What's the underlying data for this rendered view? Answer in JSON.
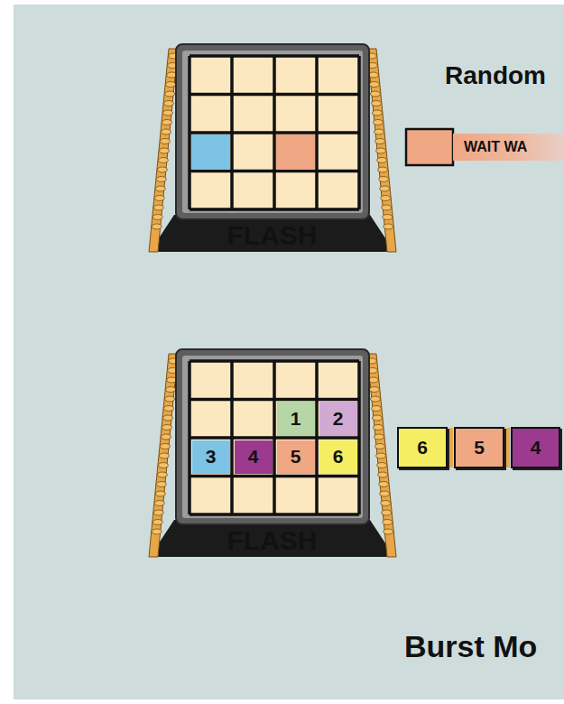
{
  "diagram": {
    "nodes": [
      {
        "text": [
          "FLASH"
        ]
      },
      {
        "text": [
          "WAIT WA"
        ]
      },
      {
        "text": [
          "FLASH"
        ]
      },
      {
        "text": [
          "1"
        ],
        "in": 2
      },
      {
        "text": [
          "2"
        ],
        "in": 2
      },
      {
        "text": [
          "3"
        ],
        "in": 2
      },
      {
        "text": [
          "4"
        ],
        "in": 2
      },
      {
        "text": [
          "5"
        ],
        "in": 2
      },
      {
        "text": [
          "6"
        ],
        "in": 2
      },
      {
        "text": [
          "6"
        ]
      },
      {
        "text": [
          "5"
        ]
      },
      {
        "text": [
          "4"
        ]
      }
    ],
    "labels": [
      "Random",
      "Burst Mo"
    ]
  }
}
